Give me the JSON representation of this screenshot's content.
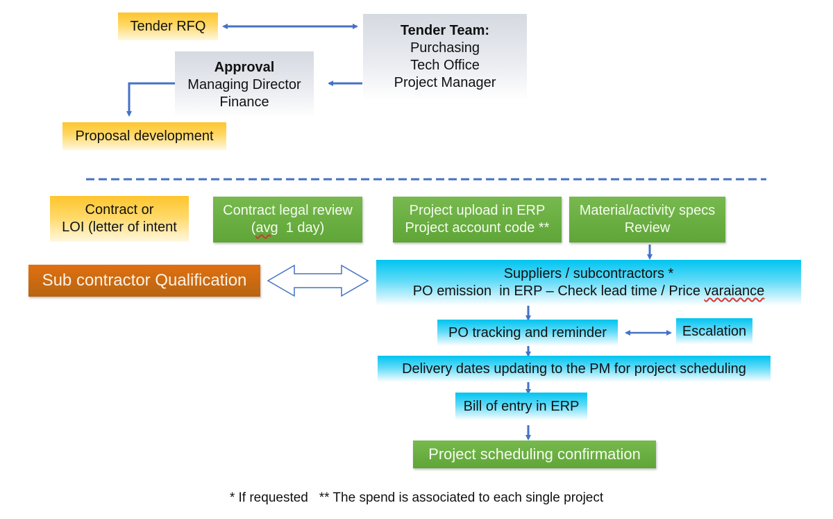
{
  "top_section": {
    "tender_rfq": "Tender RFQ",
    "tender_team": {
      "title": "Tender Team:",
      "members": [
        "Purchasing",
        "Tech Office",
        "Project Manager"
      ]
    },
    "approval": {
      "title": "Approval",
      "members": [
        "Managing Director",
        "Finance"
      ]
    },
    "proposal": "Proposal development"
  },
  "bottom_section": {
    "contract": [
      "Contract or",
      "LOI (letter of intent"
    ],
    "legal_review": {
      "line1": "Contract legal review",
      "line2_pre": "(",
      "line2_word": "avg",
      "line2_post": "  1 day)"
    },
    "erp_upload": [
      "Project upload in ERP",
      "Project account code **"
    ],
    "specs_review": [
      "Material/activity specs",
      "Review"
    ],
    "subcontractor": "Sub contractor Qualification",
    "suppliers": {
      "line1": "Suppliers / subcontractors *",
      "line2_pre": "PO emission  in ERP – Check lead time / Price ",
      "line2_word": "varaiance"
    },
    "po_tracking": "PO tracking and reminder",
    "escalation": "Escalation",
    "delivery_dates": "Delivery dates updating to the PM for project scheduling",
    "bill_of_entry": "Bill of entry in ERP",
    "scheduling_confirmation": "Project scheduling confirmation"
  },
  "footnote": "* If requested   ** The spend is associated to each single project",
  "colors": {
    "arrow": "#4472c4",
    "divider": "#4472c4",
    "yellow": "#fec52e",
    "green": "#6aae42",
    "cyan": "#00c4f0",
    "orange": "#d06c10",
    "gray": "#d5d9e1"
  }
}
